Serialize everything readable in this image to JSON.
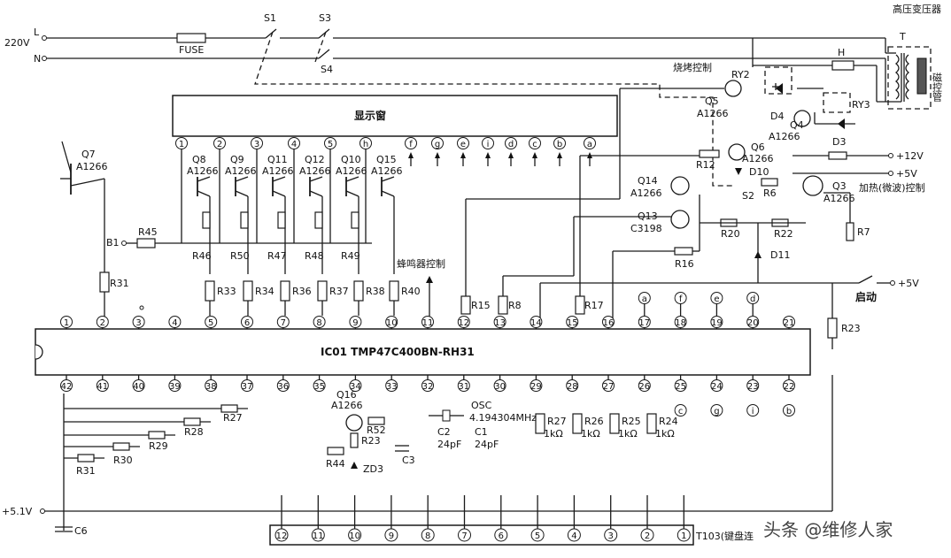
{
  "labels": {
    "L": "L",
    "N": "N",
    "v220": "220V",
    "fuse": "FUSE",
    "s1": "S1",
    "s3": "S3",
    "s4": "S4",
    "hv_transformer": "高压变压器",
    "T": "T",
    "magnetron": "磁控管",
    "bake_ctrl": "烧烤控制",
    "ry2": "RY2",
    "ry3": "RY3",
    "H": "H",
    "display": "显示窗",
    "buzzer_ctrl": "蜂鸣器控制",
    "heat_ctrl": "加热(微波)控制",
    "start": "启动",
    "plus12": "+12V",
    "plus5a": "+5V",
    "plus5b": "+5V",
    "plus51": "+5.1V",
    "ic": "IC01  TMP47C400BN-RH31",
    "t103": "T103(键盘连",
    "q7": "Q7",
    "a1266_q7": "A1266",
    "b1": "B1",
    "osc": "OSC",
    "osc_freq": "4.194304MHz",
    "c2": "C2",
    "c2v": "24pF",
    "c1": "C1",
    "c1v": "24pF",
    "c3": "C3",
    "c6": "C6",
    "q16": "Q16",
    "q16t": "A1266",
    "zd3": "ZD3",
    "q5": "Q5",
    "q5t": "A1266",
    "q4": "Q4",
    "q4t": "A1266",
    "q6": "Q6",
    "q6t": "A1266",
    "q3": "Q3",
    "q3t": "A1266",
    "q14": "Q14",
    "q14t": "A1266",
    "q13": "Q13",
    "q13t": "C3198",
    "d3": "D3",
    "d4": "D4",
    "d10": "D10",
    "d11": "D11",
    "s2": "S2"
  },
  "watermark": "头条 @维修人家",
  "driver_transistors": [
    {
      "name": "Q8",
      "type": "A1266"
    },
    {
      "name": "Q9",
      "type": "A1266"
    },
    {
      "name": "Q11",
      "type": "A1266"
    },
    {
      "name": "Q12",
      "type": "A1266"
    },
    {
      "name": "Q10",
      "type": "A1266"
    },
    {
      "name": "Q15",
      "type": "A1266"
    }
  ],
  "bottom_resistors": [
    "R46",
    "R50",
    "R47",
    "R48",
    "R49"
  ],
  "row_resistors": [
    "R33",
    "R34",
    "R36",
    "R37",
    "R38",
    "R40"
  ],
  "display_pins_num": [
    "1",
    "2",
    "3",
    "4",
    "5",
    "h"
  ],
  "display_pins_seg": [
    "f",
    "g",
    "e",
    "i",
    "d",
    "c",
    "b",
    "a"
  ],
  "ic_top_pins": [
    "1",
    "2",
    "3",
    "4",
    "5",
    "6",
    "7",
    "8",
    "9",
    "10",
    "11",
    "12",
    "13",
    "14",
    "15",
    "16",
    "17",
    "18",
    "19",
    "20",
    "21"
  ],
  "ic_bottom_pins": [
    "42",
    "41",
    "40",
    "39",
    "38",
    "37",
    "36",
    "35",
    "34",
    "33",
    "32",
    "31",
    "30",
    "29",
    "28",
    "27",
    "26",
    "25",
    "24",
    "23",
    "22"
  ],
  "ic_top_seg": {
    "17": "a",
    "18": "f",
    "19": "e",
    "20": "d"
  },
  "ic_bottom_seg": {
    "25": "c",
    "24": "g",
    "23": "i",
    "22": "b"
  },
  "keyboard_pins": [
    "12",
    "11",
    "10",
    "9",
    "8",
    "7",
    "6",
    "5",
    "4",
    "3",
    "2",
    "1"
  ],
  "resistors": {
    "R45": "R45",
    "R31a": "R31",
    "R15": "R15",
    "R8": "R8",
    "R17": "R17",
    "R12": "R12",
    "R6": "R6",
    "R7": "R7",
    "R20": "R20",
    "R22": "R22",
    "R16": "R16",
    "R23": "R23",
    "R52": "R52",
    "R44": "R44",
    "R27": "R27",
    "R28": "R28",
    "R29": "R29",
    "R30": "R30",
    "R31b": "R31",
    "R27b": "R27",
    "R26": "R26",
    "R25": "R25",
    "R24": "R24",
    "k1": "1kΩ",
    "k2": "1kΩ",
    "k3": "1kΩ",
    "k4": "1kΩ",
    "R23b": "R23"
  }
}
